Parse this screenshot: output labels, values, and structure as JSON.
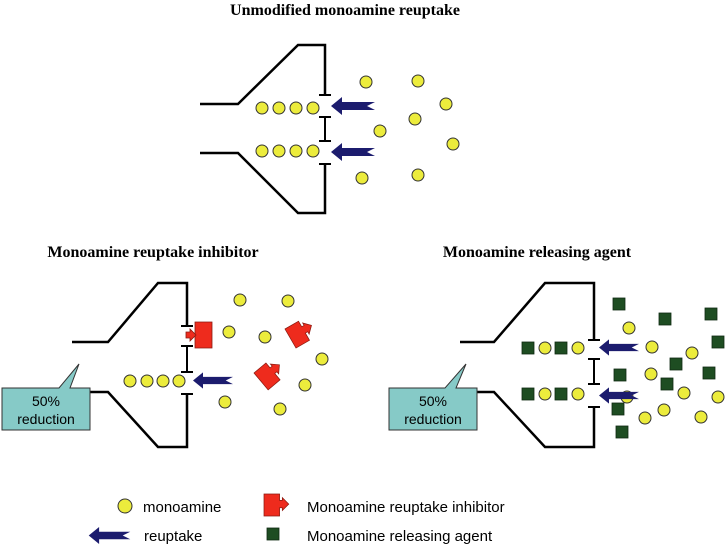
{
  "panels": {
    "top": {
      "title": "Unmodified monoamine reuptake"
    },
    "left": {
      "title": "Monoamine reuptake inhibitor",
      "callout": [
        "50%",
        "reduction"
      ]
    },
    "right": {
      "title": "Monoamine releasing agent",
      "callout": [
        "50%",
        "reduction"
      ]
    }
  },
  "legend": {
    "monoamine": "monoamine",
    "reuptake": "reuptake",
    "inhibitor": "Monoamine reuptake inhibitor",
    "releasing_agent": "Monoamine releasing agent"
  },
  "colors": {
    "monoamine_fill": "#ecec3c",
    "reuptake_arrow": "#1c1c6e",
    "inhibitor": "#ee2b1d",
    "releasing_agent": "#1e4d22",
    "callout_fill": "#86cac7"
  },
  "icons": {
    "monoamine": "yellow-circle",
    "reuptake": "left-arrow",
    "inhibitor": "red-block-arrow",
    "releasing_agent": "green-square"
  }
}
